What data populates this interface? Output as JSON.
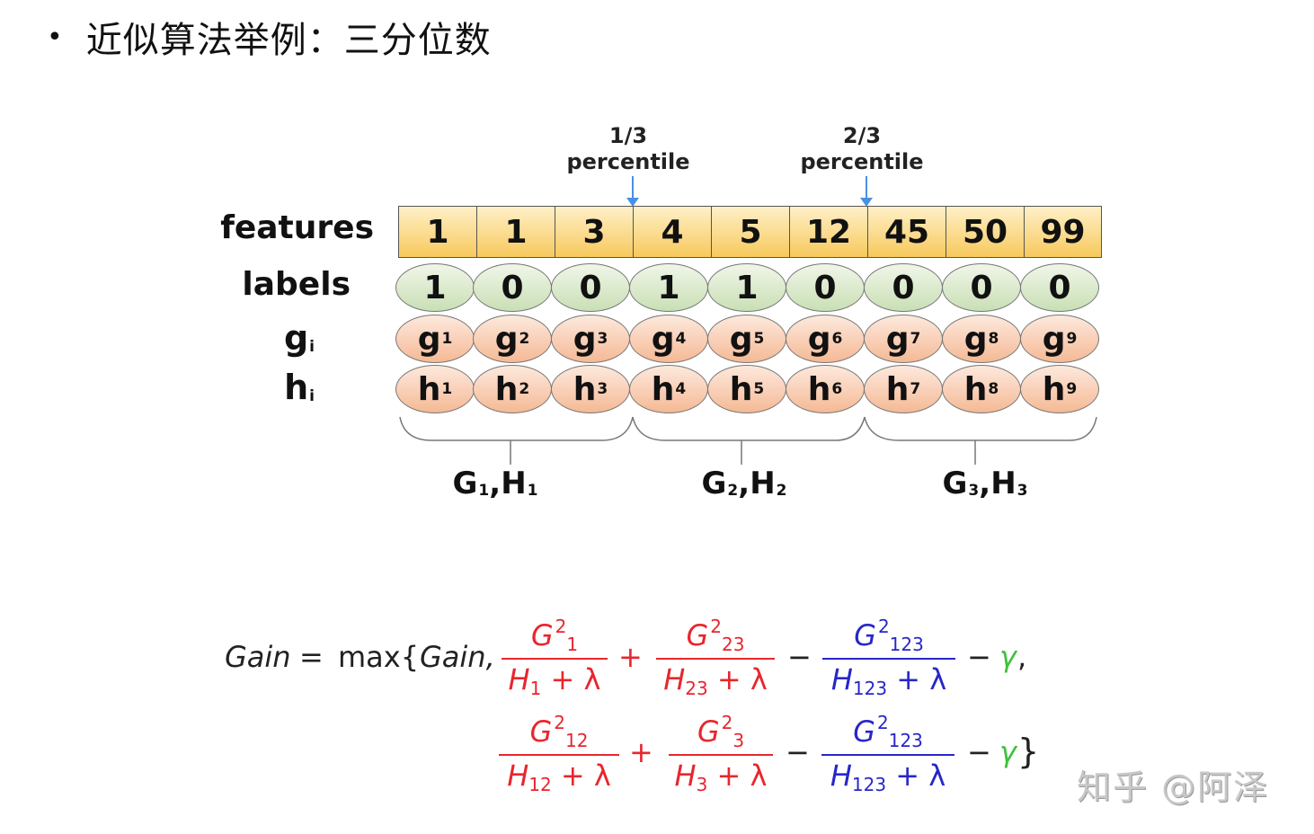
{
  "heading": {
    "bullet": "•",
    "text": "近似算法举例：三分位数"
  },
  "percentiles": [
    {
      "fraction": "1/3",
      "label": "percentile"
    },
    {
      "fraction": "2/3",
      "label": "percentile"
    }
  ],
  "row_labels": {
    "features": "features",
    "labels": "labels",
    "g": "g",
    "g_sub": "i",
    "h": "h",
    "h_sub": "i"
  },
  "features": [
    "1",
    "1",
    "3",
    "4",
    "5",
    "12",
    "45",
    "50",
    "99"
  ],
  "labels": [
    "1",
    "0",
    "0",
    "1",
    "1",
    "0",
    "0",
    "0",
    "0"
  ],
  "g": [
    {
      "base": "g",
      "sub": "1"
    },
    {
      "base": "g",
      "sub": "2"
    },
    {
      "base": "g",
      "sub": "3"
    },
    {
      "base": "g",
      "sub": "4"
    },
    {
      "base": "g",
      "sub": "5"
    },
    {
      "base": "g",
      "sub": "6"
    },
    {
      "base": "g",
      "sub": "7"
    },
    {
      "base": "g",
      "sub": "8"
    },
    {
      "base": "g",
      "sub": "9"
    }
  ],
  "h": [
    {
      "base": "h",
      "sub": "1"
    },
    {
      "base": "h",
      "sub": "2"
    },
    {
      "base": "h",
      "sub": "3"
    },
    {
      "base": "h",
      "sub": "4"
    },
    {
      "base": "h",
      "sub": "5"
    },
    {
      "base": "h",
      "sub": "6"
    },
    {
      "base": "h",
      "sub": "7"
    },
    {
      "base": "h",
      "sub": "8"
    },
    {
      "base": "h",
      "sub": "9"
    }
  ],
  "groups": [
    {
      "G": "G",
      "H": "H",
      "sub": "1"
    },
    {
      "G": "G",
      "H": "H",
      "sub": "2"
    },
    {
      "G": "G",
      "H": "H",
      "sub": "3"
    }
  ],
  "formula": {
    "lhs": "Gain",
    "eq": "=",
    "max": "max{",
    "gain_term": "Gain,",
    "line1": [
      {
        "num": "G",
        "num_sub": "1",
        "num_sup": "2",
        "den": "H",
        "den_sub": "1",
        "den_rest": " + λ",
        "color": "red"
      },
      {
        "num": "G",
        "num_sub": "23",
        "num_sup": "2",
        "den": "H",
        "den_sub": "23",
        "den_rest": " + λ",
        "color": "red"
      },
      {
        "num": "G",
        "num_sub": "123",
        "num_sup": "2",
        "den": "H",
        "den_sub": "123",
        "den_rest": " + λ",
        "color": "blue"
      }
    ],
    "line2": [
      {
        "num": "G",
        "num_sub": "12",
        "num_sup": "2",
        "den": "H",
        "den_sub": "12",
        "den_rest": " + λ",
        "color": "red"
      },
      {
        "num": "G",
        "num_sub": "3",
        "num_sup": "2",
        "den": "H",
        "den_sub": "3",
        "den_rest": " + λ",
        "color": "red"
      },
      {
        "num": "G",
        "num_sub": "123",
        "num_sup": "2",
        "den": "H",
        "den_sub": "123",
        "den_rest": " + λ",
        "color": "blue"
      }
    ],
    "plus": "+",
    "minus": "−",
    "gamma": "γ",
    "comma": ",",
    "close": "}"
  },
  "watermark": "知乎 @阿泽",
  "colors": {
    "feature_fill": "#f7c95c",
    "label_fill": "#c9dfb5",
    "gh_fill": "#f5b995",
    "arrow": "#4a90e2",
    "red": "#e8262e",
    "blue": "#2727c8",
    "green": "#3cc23c"
  }
}
